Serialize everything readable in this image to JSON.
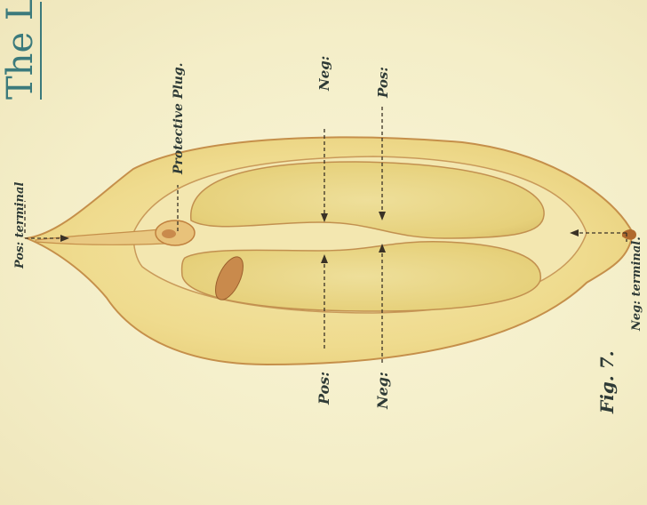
{
  "plate": {
    "title_fragment": "The L",
    "figure_label": "Fig. 7."
  },
  "labels": {
    "pos_terminal": "Pos: terminal",
    "protective_plug": "Protective Plug.",
    "neg_top": "Neg:",
    "pos_top": "Pos:",
    "neg_terminal": "Neg: terminal.",
    "pos_bottom": "Pos:",
    "neg_bottom": "Neg:"
  },
  "colors": {
    "paper": "#f6f1cf",
    "outer_fill": "#f0df95",
    "outline": "#c58f4a",
    "inner_fill": "#eddb86",
    "ink": "#2e3a36",
    "title": "#3b7a7c"
  }
}
